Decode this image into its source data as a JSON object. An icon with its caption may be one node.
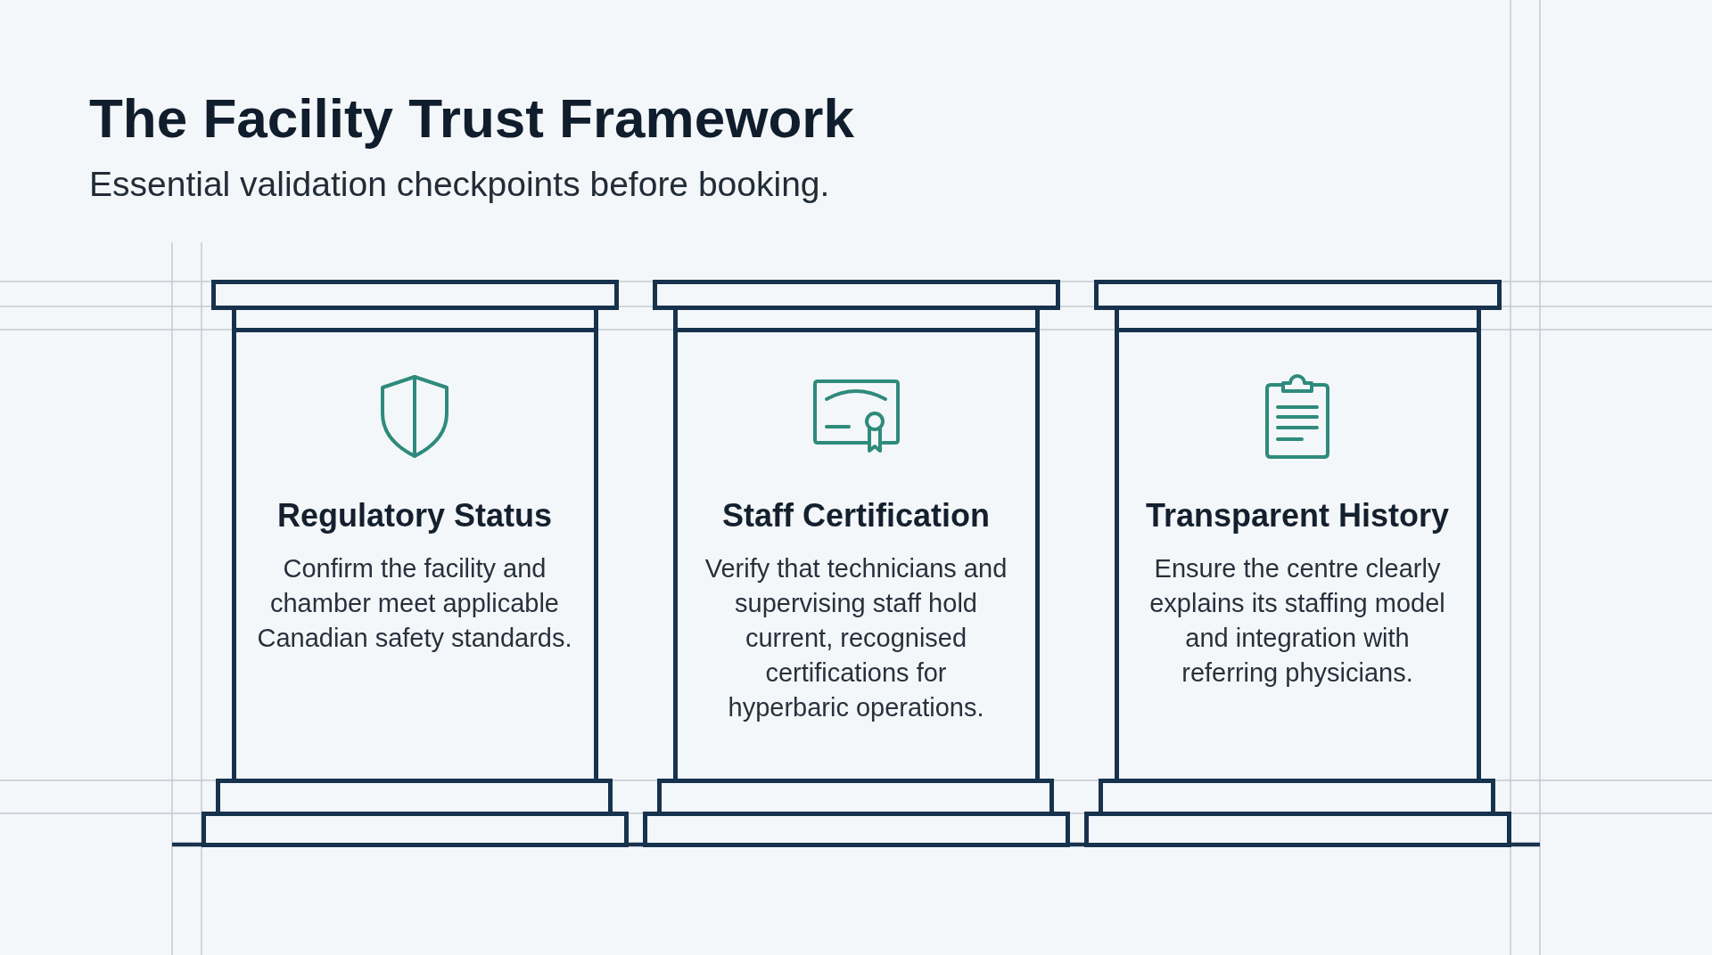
{
  "diagram": {
    "title": "The Facility Trust Framework",
    "nodes": [
      {
        "text": [
          "Regulatory Status",
          "Confirm the facility and chamber meet applicable Canadian safety standards."
        ]
      },
      {
        "text": [
          "Staff Certification",
          "Verify that technicians and supervising staff hold current, recognised certifications for hyperbaric operations."
        ]
      },
      {
        "text": [
          "Transparent History",
          "Ensure the centre clearly explains its staffing model and integration with referring physicians."
        ]
      }
    ],
    "labels": [
      "Essential validation checkpoints before booking."
    ]
  }
}
